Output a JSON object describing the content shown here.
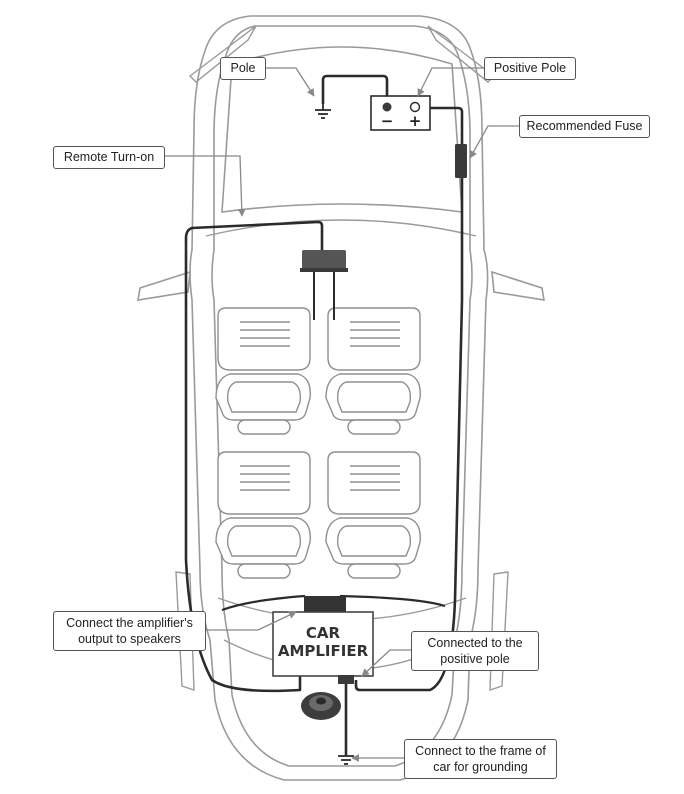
{
  "labels": {
    "pole": "Pole",
    "positive_pole": "Positive Pole",
    "recommended_fuse": "Recommended Fuse",
    "remote_turn_on": "Remote Turn-on",
    "amp_output_line1": "Connect the amplifier's",
    "amp_output_line2": "output to speakers",
    "connected_positive_line1": "Connected to the",
    "connected_positive_line2": "positive pole",
    "ground_line1": "Connect to the frame of",
    "ground_line2": "car for grounding"
  },
  "amplifier": {
    "line1": "CAR",
    "line2": "AMPLIFIER"
  },
  "battery": {
    "negative_symbol": "−",
    "positive_symbol": "+"
  },
  "colors": {
    "car_outline": "#9a9a9a",
    "wire": "#2b2b2b",
    "component": "#4a4a4a",
    "callout_border": "#555555"
  }
}
